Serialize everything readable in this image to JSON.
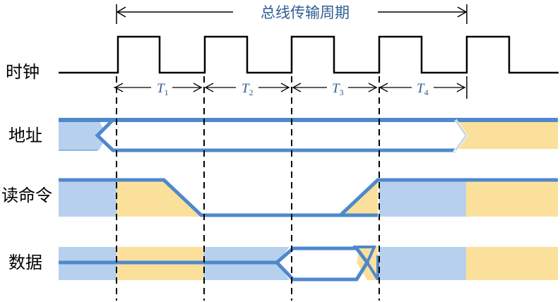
{
  "title": "总线传输周期",
  "signals": {
    "clock": "时钟",
    "address": "地址",
    "read": "读命令",
    "data": "数据"
  },
  "periods": [
    {
      "letter": "T",
      "sub": "1"
    },
    {
      "letter": "T",
      "sub": "2"
    },
    {
      "letter": "T",
      "sub": "3"
    },
    {
      "letter": "T",
      "sub": "4"
    }
  ],
  "colors": {
    "blue_fill": "#b7d0ee",
    "yellow_fill": "#fbe09b",
    "blue_line": "#4f88cc",
    "text_blue": "#2f5d95",
    "ink": "#000000"
  }
}
